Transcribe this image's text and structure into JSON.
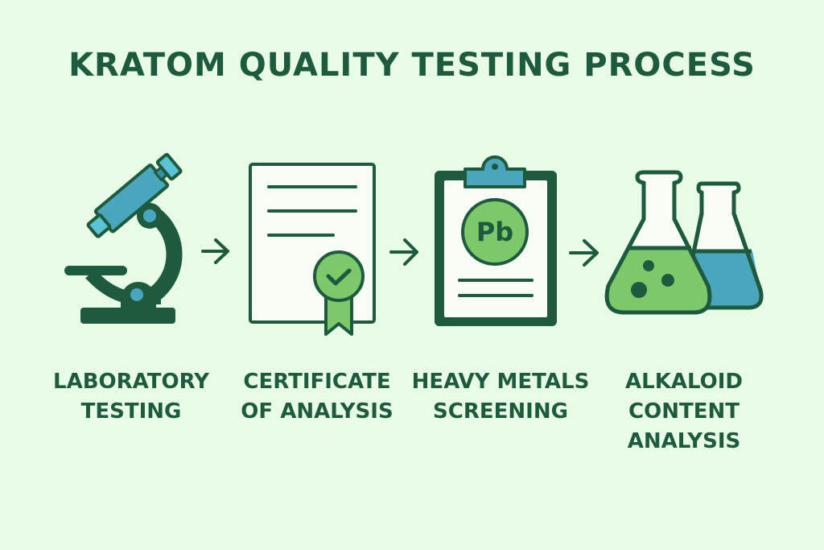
{
  "title": "KRATOM QUALITY TESTING PROCESS",
  "colors": {
    "background": "#e8fbe6",
    "dark_green": "#1e5a3e",
    "light_green": "#7cc86a",
    "teal": "#4aa6bd",
    "paper": "#f7fcf5"
  },
  "steps": [
    {
      "icon": "microscope-icon",
      "label_lines": [
        "LABORATORY",
        "TESTING"
      ]
    },
    {
      "icon": "certificate-icon",
      "label_lines": [
        "CERTIFICATE",
        "OF ANALYSIS"
      ]
    },
    {
      "icon": "clipboard-icon",
      "badge_text": "Pb",
      "label_lines": [
        "HEAVY METALS",
        "SCREENING"
      ]
    },
    {
      "icon": "flasks-icon",
      "label_lines": [
        "ALKALOID",
        "CONTENT",
        "ANALYSIS"
      ]
    }
  ],
  "connectors": [
    "arrow-right",
    "arrow-right",
    "arrow-right"
  ]
}
